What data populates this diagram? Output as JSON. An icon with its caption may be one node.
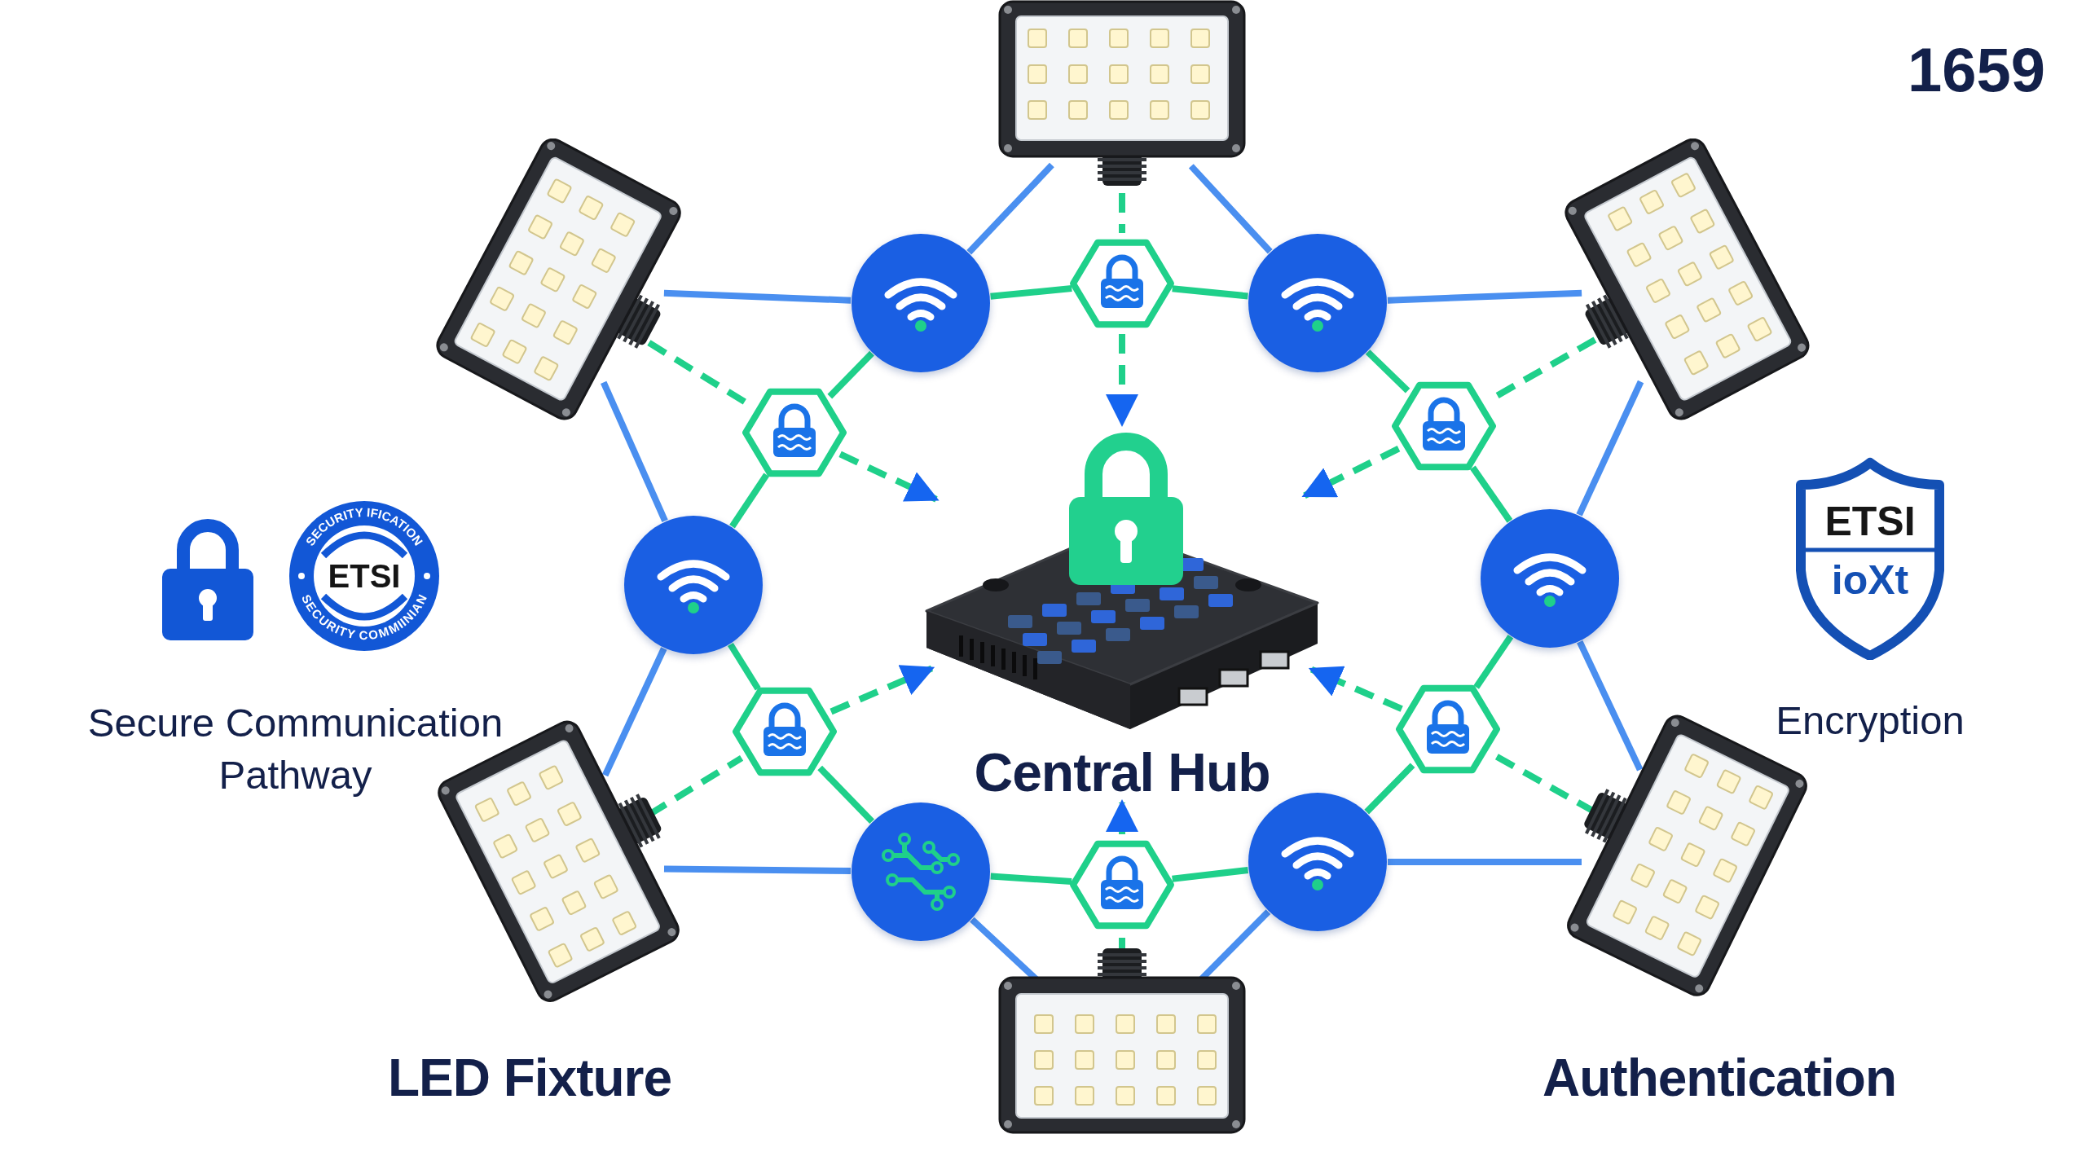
{
  "diagram": {
    "nodes": [
      {
        "text": [
          "Central Hub"
        ]
      },
      {
        "text": [],
        "shape": "picture"
      },
      {
        "text": [],
        "shape": "picture"
      },
      {
        "text": [],
        "shape": "picture"
      },
      {
        "text": [],
        "shape": "picture"
      },
      {
        "text": [],
        "shape": "picture"
      },
      {
        "text": [],
        "shape": "picture"
      },
      {
        "text": [],
        "shape": "circle"
      },
      {
        "text": [],
        "shape": "circle"
      },
      {
        "text": [],
        "shape": "circle"
      },
      {
        "text": [],
        "shape": "circle"
      },
      {
        "text": [],
        "shape": "circle"
      },
      {
        "text": [],
        "shape": "circle"
      },
      {
        "text": [],
        "shape": "hexagon"
      },
      {
        "text": [],
        "shape": "hexagon"
      },
      {
        "text": [],
        "shape": "hexagon"
      },
      {
        "text": [],
        "shape": "hexagon"
      },
      {
        "text": [],
        "shape": "hexagon"
      },
      {
        "text": [],
        "shape": "hexagon"
      }
    ],
    "edges": [
      {
        "from": 1,
        "to": 7,
        "arrow": "none",
        "color": "#4a8ff0"
      },
      {
        "from": 1,
        "to": 8,
        "arrow": "none",
        "color": "#4a8ff0"
      },
      {
        "from": 2,
        "to": 7,
        "arrow": "none",
        "color": "#4a8ff0"
      },
      {
        "from": 2,
        "to": 9,
        "arrow": "none",
        "color": "#4a8ff0"
      },
      {
        "from": 3,
        "to": 8,
        "arrow": "none",
        "color": "#4a8ff0"
      },
      {
        "from": 3,
        "to": 10,
        "arrow": "none",
        "color": "#4a8ff0"
      },
      {
        "from": 4,
        "to": 9,
        "arrow": "none",
        "color": "#4a8ff0"
      },
      {
        "from": 4,
        "to": 11,
        "arrow": "none",
        "color": "#4a8ff0"
      },
      {
        "from": 5,
        "to": 10,
        "arrow": "none",
        "color": "#4a8ff0"
      },
      {
        "from": 5,
        "to": 12,
        "arrow": "none",
        "color": "#4a8ff0"
      },
      {
        "from": 6,
        "to": 11,
        "arrow": "none",
        "color": "#4a8ff0"
      },
      {
        "from": 6,
        "to": 12,
        "arrow": "none",
        "color": "#4a8ff0"
      },
      {
        "from": 7,
        "to": 13,
        "arrow": "none",
        "color": "#1fd08a"
      },
      {
        "from": 13,
        "to": 8,
        "arrow": "none",
        "color": "#1fd08a"
      },
      {
        "from": 8,
        "to": 15,
        "arrow": "none",
        "color": "#1fd08a"
      },
      {
        "from": 15,
        "to": 10,
        "arrow": "none",
        "color": "#1fd08a"
      },
      {
        "from": 10,
        "to": 17,
        "arrow": "none",
        "color": "#1fd08a"
      },
      {
        "from": 17,
        "to": 12,
        "arrow": "none",
        "color": "#1fd08a"
      },
      {
        "from": 12,
        "to": 18,
        "arrow": "none",
        "color": "#1fd08a"
      },
      {
        "from": 18,
        "to": 11,
        "arrow": "none",
        "color": "#1fd08a"
      },
      {
        "from": 11,
        "to": 16,
        "arrow": "none",
        "color": "#1fd08a"
      },
      {
        "from": 16,
        "to": 9,
        "arrow": "none",
        "color": "#1fd08a"
      },
      {
        "from": 9,
        "to": 14,
        "arrow": "none",
        "color": "#1fd08a"
      },
      {
        "from": 14,
        "to": 7,
        "arrow": "none",
        "color": "#1fd08a"
      },
      {
        "from": 1,
        "to": 13,
        "arrow": "none",
        "style": "dashed",
        "color": "#1fd08a"
      },
      {
        "from": 2,
        "to": 14,
        "arrow": "none",
        "style": "dashed",
        "color": "#1fd08a"
      },
      {
        "from": 3,
        "to": 15,
        "arrow": "none",
        "style": "dashed",
        "color": "#1fd08a"
      },
      {
        "from": 4,
        "to": 16,
        "arrow": "none",
        "style": "dashed",
        "color": "#1fd08a"
      },
      {
        "from": 5,
        "to": 17,
        "arrow": "none",
        "style": "dashed",
        "color": "#1fd08a"
      },
      {
        "from": 6,
        "to": 18,
        "arrow": "none",
        "style": "dashed",
        "color": "#1fd08a"
      },
      {
        "from": 13,
        "to": 0,
        "arrow": "to",
        "style": "dashed",
        "color": "#1fd08a"
      },
      {
        "from": 14,
        "to": 0,
        "arrow": "to",
        "style": "dashed",
        "color": "#1fd08a"
      },
      {
        "from": 15,
        "to": 0,
        "arrow": "to",
        "style": "dashed",
        "color": "#1fd08a"
      },
      {
        "from": 16,
        "to": 0,
        "arrow": "to",
        "style": "dashed",
        "color": "#1fd08a"
      },
      {
        "from": 17,
        "to": 0,
        "arrow": "to",
        "style": "dashed",
        "color": "#1fd08a"
      },
      {
        "from": 18,
        "to": 0,
        "arrow": "to",
        "style": "dashed",
        "color": "#1fd08a"
      }
    ],
    "labels": [
      "1659",
      "SECURITY IFICATION",
      "ETSI",
      "SECURITY COMMIINIAN",
      "Secure Communication Pathway",
      "ETSI",
      "ioXt",
      "Encryption",
      "LED Fixture",
      "Authentication"
    ]
  }
}
